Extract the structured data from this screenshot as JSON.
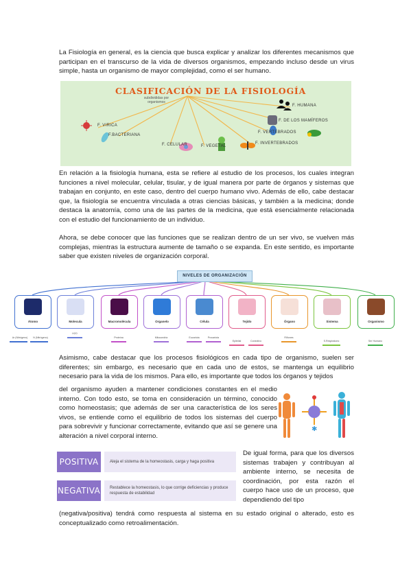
{
  "paragraphs": {
    "intro": "La Fisiología en general, es la ciencia que busca explicar y analizar los diferentes mecanismos que participan en el transcurso de la vida de diversos organismos, empezando incluso desde un virus simple, hasta un organismo de mayor complejidad, como el ser humano.",
    "human": "En relación a la fisiología humana, esta se refiere al estudio de los procesos, los cuales integran funciones a nivel molecular, celular, tisular, y de igual manera por parte de órganos y sistemas que trabajan en conjunto, en este caso, dentro del cuerpo humano vivo. Además de ello, cabe destacar que, la fisiología se encuentra vinculada a otras ciencias básicas, y también a la medicina; donde destaca la anatomía, como una de las partes de la medicina, que está esencialmente relacionada con el estudio del funcionamiento de un individuo.",
    "levels": "Ahora, se debe conocer que las funciones que se realizan dentro de un ser vivo, se vuelven más complejas, mientras la estructura aumente de tamaño o se expanda. En este sentido, es importante saber que existen niveles de organización corporal.",
    "processes": "Asimismo, cabe destacar que los procesos fisiológicos en cada tipo de organismo, suelen ser diferentes; sin embargo, es necesario que en cada uno de estos, se mantenga un equilibrio necesario para la vida de los mismos. Para ello, es importante que todos los órganos y tejidos",
    "homeostasis": "del organismo ayuden a mantener condiciones constantes en el medio interno. Con todo esto, se toma en consideración un término, conocido como homeostasis; que además de ser una característica de los seres vivos, se entiende como el equilibrio de todos los sistemas del cuerpo para sobrevivir y funcionar correctamente, evitando que así se genere una alteración a nivel corporal interno.",
    "coordination": "De igual forma, para que los diversos sistemas trabajen y contribuyan al ambiente interno, se necesita de coordinación, por esta razón el cuerpo hace uso de un proceso, que dependiendo del tipo",
    "feedback": "(negativa/positiva) tendrá como respuesta al sistema en su estado original o alterado, esto es conceptualizado como retroalimentación."
  },
  "classification": {
    "title": "CLASIFICACIÓN DE LA FISIOLOGÍA",
    "subtitle": "subdivididas por organismos",
    "items": [
      "F. VIRICA",
      "F.BACTERIANA",
      "F. CELULAR",
      "F. VEGETAL",
      "F. INVERTEBRADOS",
      "F. VERTEBRADOS",
      "F. DE LOS MAMÍFEROS",
      "F. HUMANA"
    ]
  },
  "levels_diagram": {
    "title": "NIVELES DE ORGANIZACIÓN",
    "levels": [
      {
        "name": "Átomo",
        "examples": [
          "Ar (Nitrógeno)",
          "N (Nitrógeno)"
        ],
        "color": "#3f6fd0"
      },
      {
        "name": "Molecula",
        "examples": [
          "H2O"
        ],
        "color": "#6a7fd8"
      },
      {
        "name": "Macromolécula",
        "examples": [
          "Proteína"
        ],
        "color": "#c14fc8"
      },
      {
        "name": "Organelo",
        "examples": [
          "Mitocondria"
        ],
        "color": "#9d6fd8"
      },
      {
        "name": "Célula",
        "examples": [
          "Eucariota",
          "Procariota"
        ],
        "color": "#b05fd0"
      },
      {
        "name": "Tejido",
        "examples": [
          "Epitelial",
          "Conectivo"
        ],
        "color": "#e05a8a"
      },
      {
        "name": "Órgano",
        "examples": [
          "Riñones"
        ],
        "color": "#e8952a"
      },
      {
        "name": "Sistema",
        "examples": [
          "S.Respiratorio"
        ],
        "color": "#7ac43c"
      },
      {
        "name": "Organismo",
        "examples": [
          "Ser Humano"
        ],
        "color": "#3fae4a"
      }
    ]
  },
  "feedback_boxes": {
    "positive": {
      "label": "POSITIVA",
      "text": "Aleja el sistema de la homeostasis, carga y haga positiva"
    },
    "negative": {
      "label": "NEGATIVA",
      "text": "Restablece la homeostasis, lo que corrige deficiencias y produce respuesta de estabilidad"
    }
  }
}
